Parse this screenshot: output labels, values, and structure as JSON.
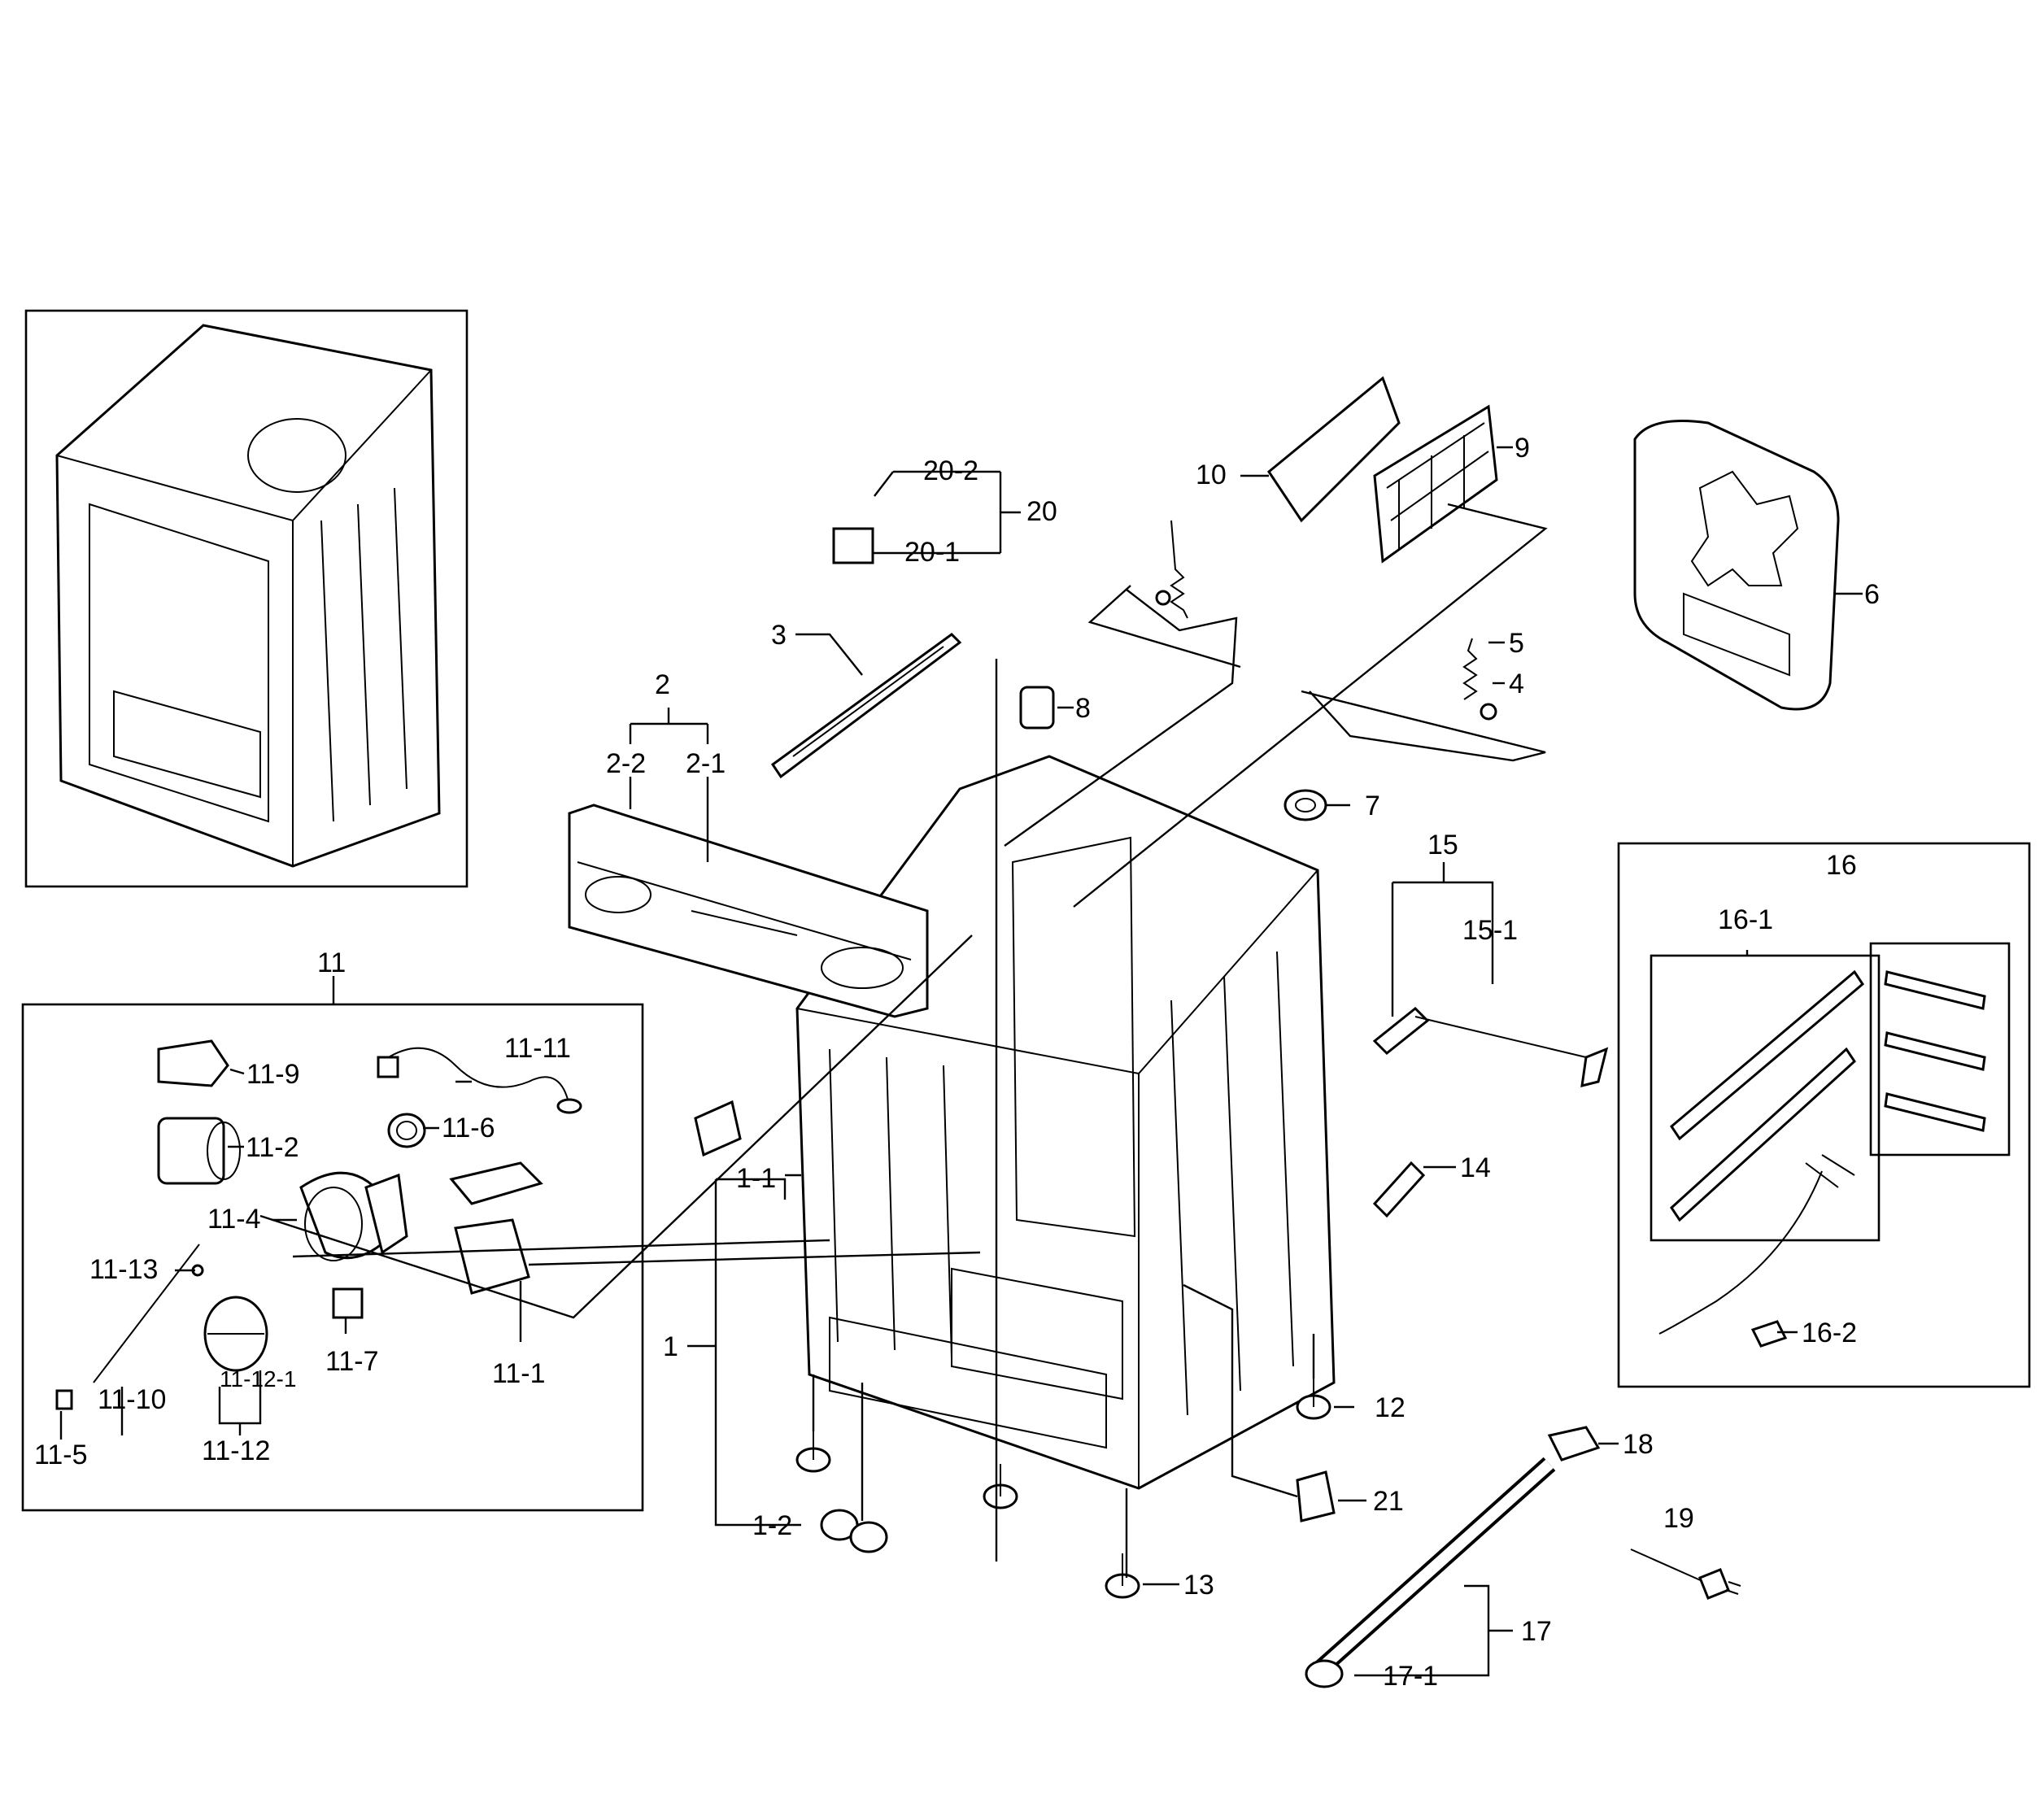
{
  "colors": {
    "ink": "#000000",
    "paper": "#ffffff"
  },
  "callouts": {
    "c1": "1",
    "c1_1": "1-1",
    "c1_2": "1-2",
    "c2": "2",
    "c2_1": "2-1",
    "c2_2": "2-2",
    "c3": "3",
    "c4": "4",
    "c5": "5",
    "c6": "6",
    "c7": "7",
    "c8": "8",
    "c9": "9",
    "c10": "10",
    "c11": "11",
    "c11_1": "11-1",
    "c11_2": "11-2",
    "c11_4": "11-4",
    "c11_5": "11-5",
    "c11_6": "11-6",
    "c11_7": "11-7",
    "c11_9": "11-9",
    "c11_10": "11-10",
    "c11_11": "11-11",
    "c11_12": "11-12",
    "c11_12_1": "11-12-1",
    "c11_13": "11-13",
    "c12": "12",
    "c13": "13",
    "c14": "14",
    "c15": "15",
    "c15_1": "15-1",
    "c16": "16",
    "c16_1": "16-1",
    "c16_2": "16-2",
    "c17": "17",
    "c17_1": "17-1",
    "c18": "18",
    "c19": "19",
    "c20": "20",
    "c20_1": "20-1",
    "c20_2": "20-2",
    "c21": "21"
  }
}
